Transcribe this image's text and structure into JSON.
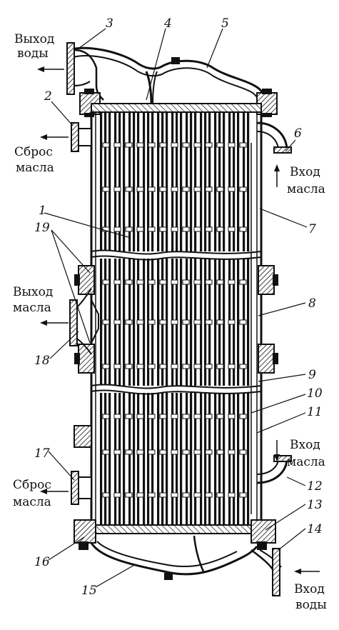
{
  "labels": {
    "water_out": [
      "Выход",
      "воды"
    ],
    "oil_drain_top": [
      "Сброс",
      "масла"
    ],
    "oil_in_top": [
      "Вход",
      "масла"
    ],
    "oil_out": [
      "Выход",
      "масла"
    ],
    "oil_in_bottom": [
      "Вход",
      "масла"
    ],
    "oil_drain_bottom": [
      "Сброс",
      "масла"
    ],
    "water_in": [
      "Вход",
      "воды"
    ]
  },
  "part_numbers": {
    "n1": "1",
    "n2": "2",
    "n3": "3",
    "n4": "4",
    "n5": "5",
    "n6": "6",
    "n7": "7",
    "n8": "8",
    "n9": "9",
    "n10": "10",
    "n11": "11",
    "n12": "12",
    "n13": "13",
    "n14": "14",
    "n15": "15",
    "n16": "16",
    "n17": "17",
    "n18": "18",
    "n19": "19"
  }
}
